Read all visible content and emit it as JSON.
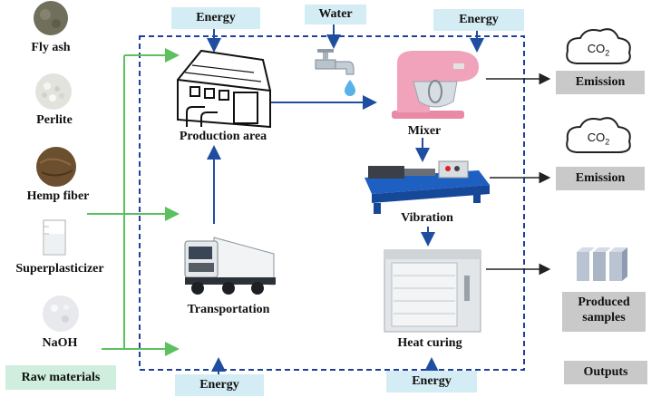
{
  "raw_materials": {
    "items": [
      {
        "label": "Fly ash"
      },
      {
        "label": "Perlite"
      },
      {
        "label": "Hemp fiber"
      },
      {
        "label": "Superplasticizer"
      },
      {
        "label": "NaOH"
      }
    ],
    "title": "Raw materials"
  },
  "energy_label": "Energy",
  "water_label": "Water",
  "process": {
    "production_area": "Production area",
    "transportation": "Transportation",
    "mixer": "Mixer",
    "vibration": "Vibration",
    "heat_curing": "Heat curing"
  },
  "outputs": {
    "emission_label": "Emission",
    "co2_label": "CO",
    "co2_subscript": "2",
    "produced_samples": "Produced samples",
    "title": "Outputs"
  },
  "colors": {
    "green_arrow": "#5cc05e",
    "blue_arrow": "#1f4ea1",
    "dash_border": "#1f3f9a",
    "energy_box": "#d4ecf3",
    "output_box": "#c9c9c9",
    "raw_box": "#cfeedd"
  }
}
